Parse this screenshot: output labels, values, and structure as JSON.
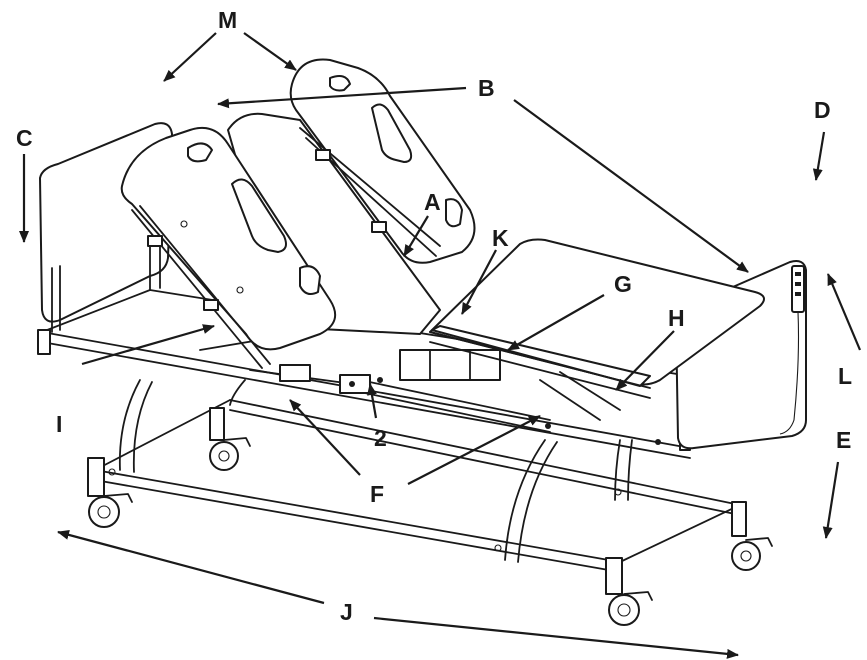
{
  "labels": {
    "M": "M",
    "B": "B",
    "C": "C",
    "D": "D",
    "A": "A",
    "K": "K",
    "G": "G",
    "H": "H",
    "L": "L",
    "I": "I",
    "E": "E",
    "two": "2",
    "F": "F",
    "J": "J"
  },
  "colors": {
    "ink": "#1a1a1a",
    "paper": "#ffffff"
  }
}
